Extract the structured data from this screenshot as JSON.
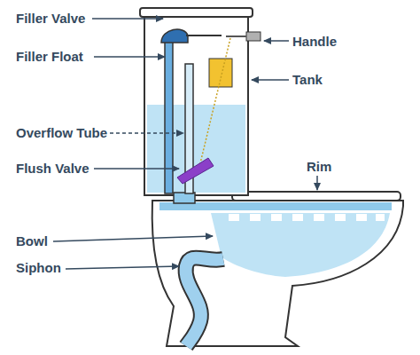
{
  "diagram": {
    "labels": [
      "Filler Valve",
      "Handle",
      "Filler Float",
      "Tank",
      "Overflow Tube",
      "Flush Valve",
      "Rim",
      "Bowl",
      "Siphon"
    ]
  }
}
